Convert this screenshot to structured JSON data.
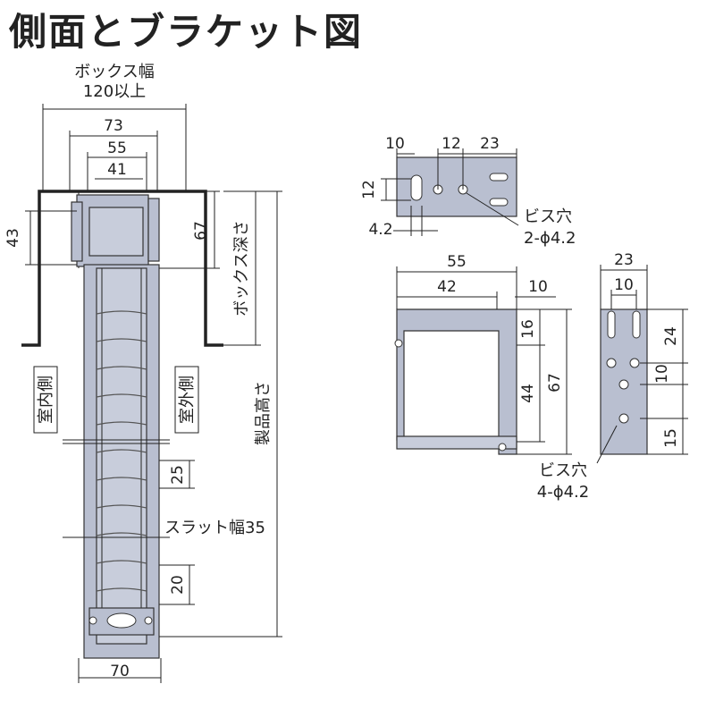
{
  "title": "側面とブラケット図",
  "side_view": {
    "box_width_label_1": "ボックス幅",
    "box_width_label_2": "120以上",
    "dim_73": "73",
    "dim_55": "55",
    "dim_41": "41",
    "dim_43": "43",
    "dim_67": "67",
    "box_depth_label": "ボックス深さ",
    "product_height_label": "製品高さ",
    "indoor_label": "室内側",
    "outdoor_label": "室外側",
    "dim_25": "25",
    "slat_width_label": "スラット幅35",
    "dim_20": "20",
    "dim_70": "70"
  },
  "bracket_top": {
    "dim_10": "10",
    "dim_12_top": "12",
    "dim_23": "23",
    "dim_12_left": "12",
    "dim_4_2": "4.2",
    "screw_hole_1": "ビス穴",
    "screw_hole_2": "2-ϕ4.2"
  },
  "bracket_side": {
    "dim_55": "55",
    "dim_42": "42",
    "dim_10": "10",
    "dim_16": "16",
    "dim_44": "44",
    "dim_67": "67"
  },
  "bracket_front": {
    "dim_23": "23",
    "dim_10_top": "10",
    "dim_24": "24",
    "dim_10_right": "10",
    "dim_15": "15",
    "screw_hole_1": "ビス穴",
    "screw_hole_2": "4-ϕ4.2"
  }
}
